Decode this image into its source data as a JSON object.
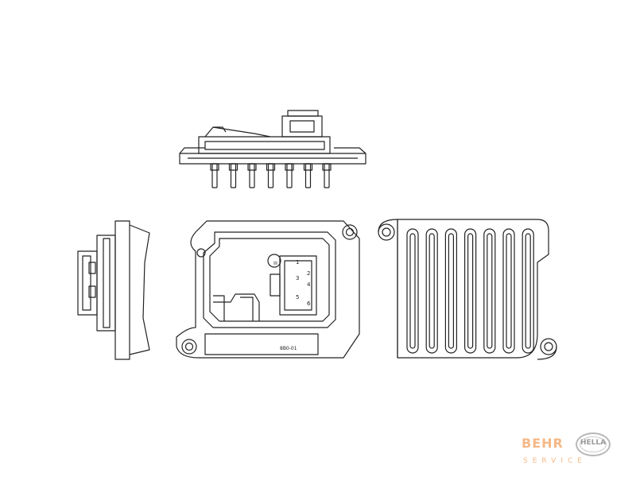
{
  "drawing": {
    "title": "",
    "label_small": "II",
    "part_code": "",
    "pins": [
      {
        "label": "1",
        "id": "pin-1"
      },
      {
        "label": "2",
        "id": "pin-2"
      },
      {
        "label": "3",
        "id": "pin-3"
      },
      {
        "label": "4",
        "id": "pin-4"
      },
      {
        "label": "5",
        "id": "pin-5"
      },
      {
        "label": "6",
        "id": "pin-6"
      }
    ],
    "plate_text": "8B0-01"
  },
  "logo": {
    "brand_left": "BEHR",
    "brand_right": "HELLA",
    "tagline": "SERVICE",
    "color_behr": "#f5b886",
    "color_hella": "#9a9a9a"
  }
}
